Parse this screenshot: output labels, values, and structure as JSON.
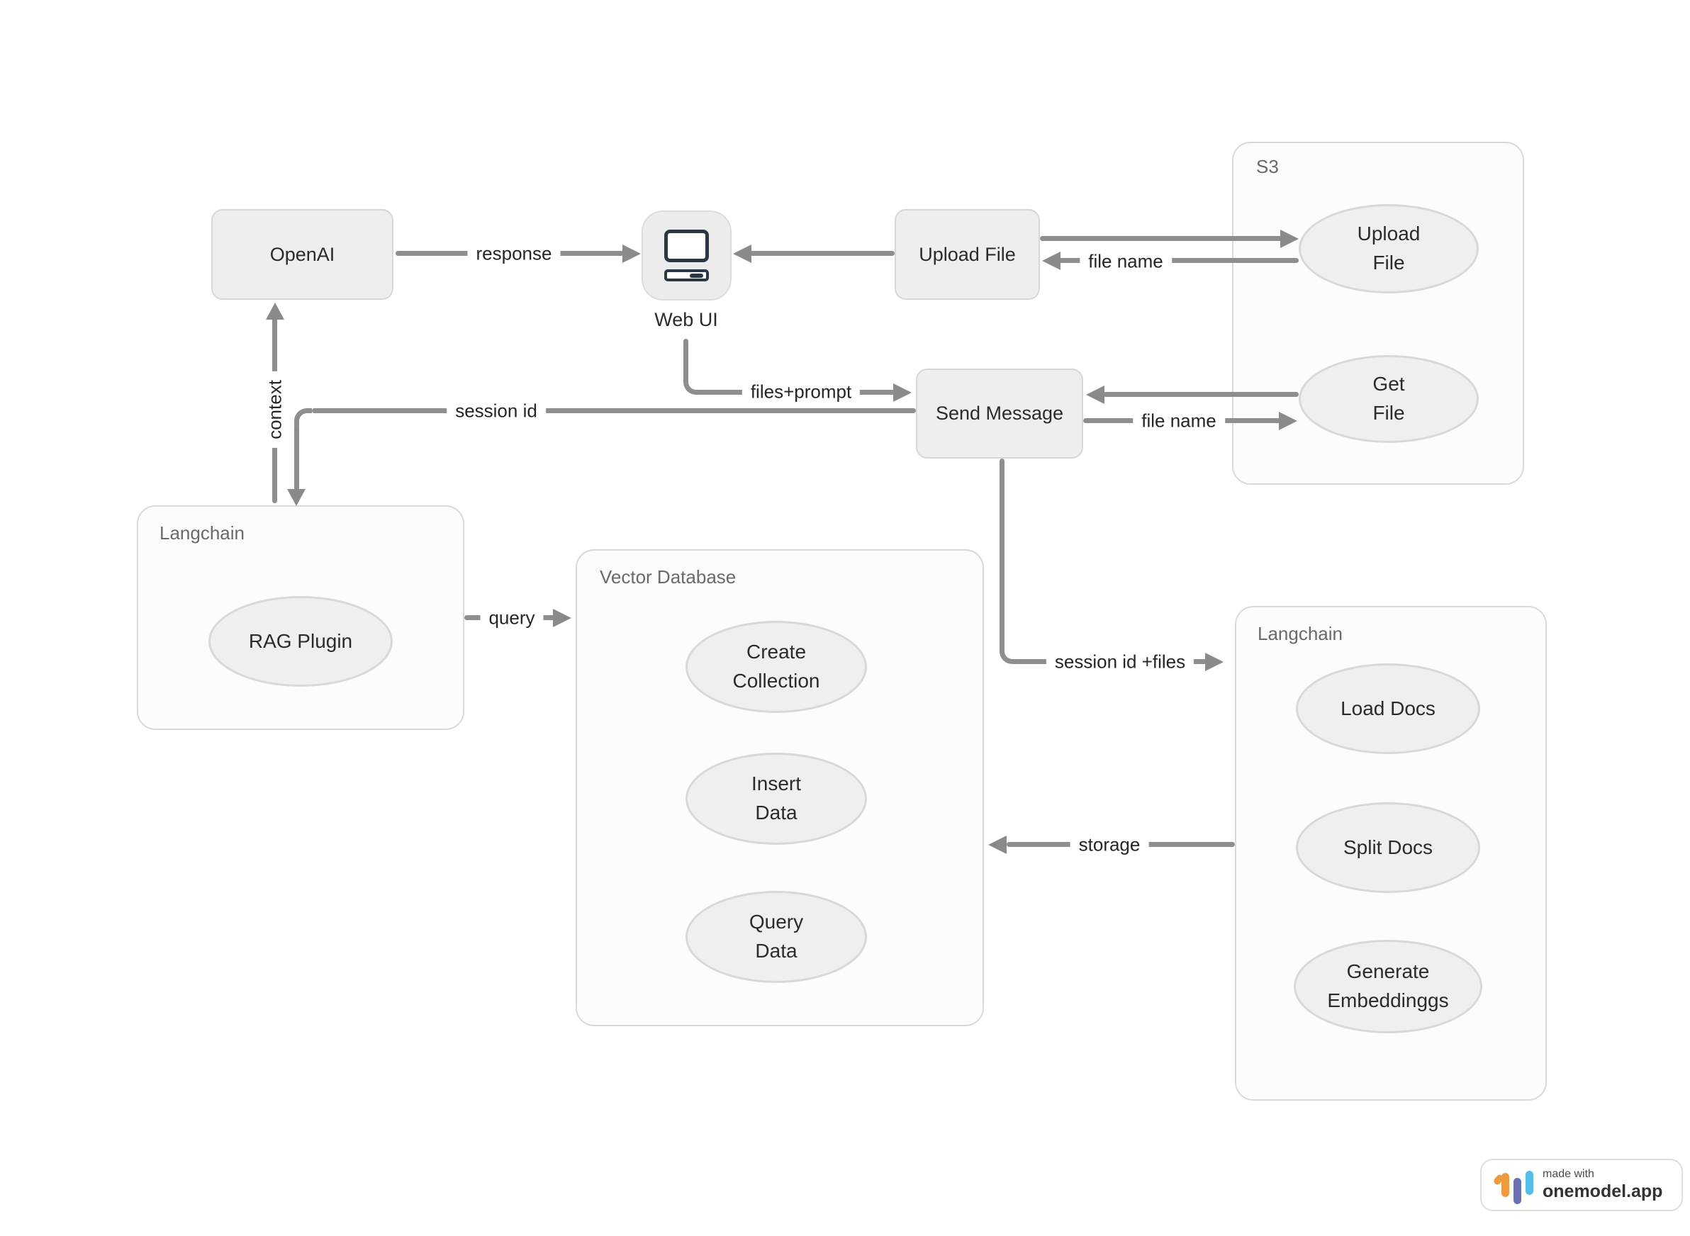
{
  "diagram": {
    "nodes": {
      "openai": {
        "label": "OpenAI"
      },
      "web_ui": {
        "label": "Web UI"
      },
      "upload_file_action": {
        "label": "Upload File"
      },
      "send_message": {
        "label": "Send Message"
      }
    },
    "containers": {
      "s3": {
        "label": "S3",
        "upload_file": {
          "line1": "Upload",
          "line2": "File"
        },
        "get_file": {
          "line1": "Get",
          "line2": "File"
        }
      },
      "langchain_left": {
        "label": "Langchain",
        "rag_plugin": {
          "label": "RAG Plugin"
        }
      },
      "vector_database": {
        "label": "Vector Database",
        "create_collection": {
          "line1": "Create",
          "line2": "Collection"
        },
        "insert_data": {
          "line1": "Insert",
          "line2": "Data"
        },
        "query_data": {
          "line1": "Query",
          "line2": "Data"
        }
      },
      "langchain_right": {
        "label": "Langchain",
        "load_docs": {
          "label": "Load Docs"
        },
        "split_docs": {
          "label": "Split Docs"
        },
        "generate_embeddings": {
          "line1": "Generate",
          "line2": "Embeddinggs"
        }
      }
    },
    "edges": {
      "response": "response",
      "file_name_upload": "file name",
      "files_prompt": "files+prompt",
      "session_id": "session id",
      "context": "context",
      "file_name_get": "file name",
      "session_id_files": "session id +files",
      "storage": "storage",
      "query": "query"
    },
    "colors": {
      "edge_line": "#8e8e8e",
      "node_fill": "#eeeeee",
      "node_border": "#d7d7d7",
      "container_border": "#d9d9d9",
      "icon_dark": "#2d3743",
      "logo_orange": "#EE9B3F",
      "logo_indigo": "#6B6FB5",
      "logo_blue": "#55BEE9"
    },
    "badge": {
      "made_with": "made with",
      "brand": "onemodel.app"
    }
  }
}
